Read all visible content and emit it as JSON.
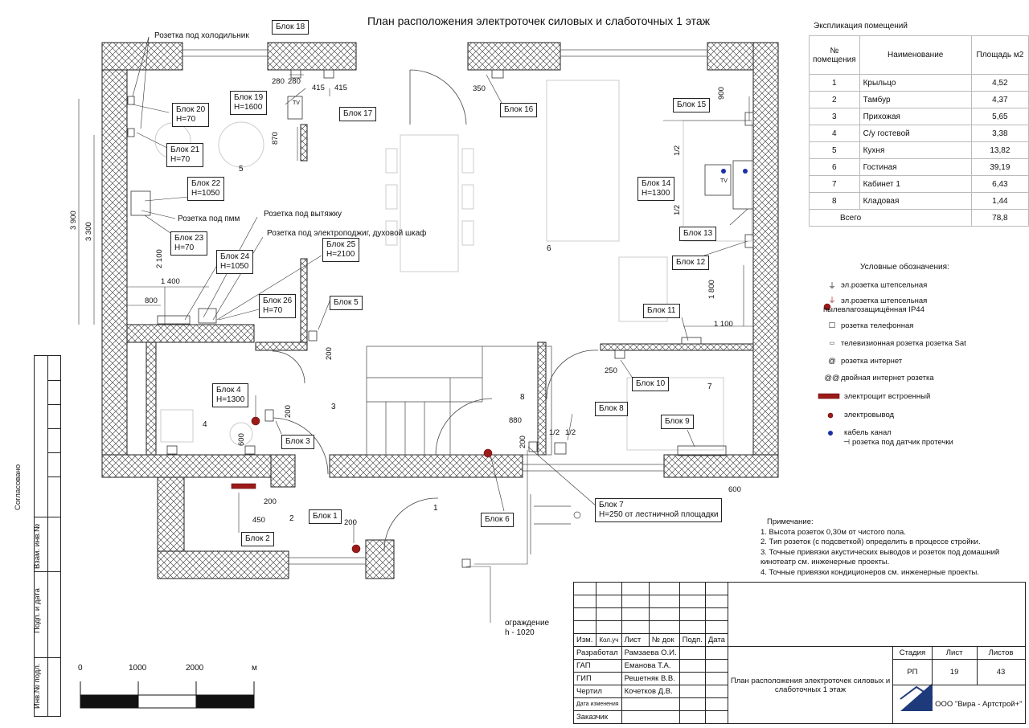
{
  "title": "План расположения электроточек силовых и слаботочных 1 этаж",
  "rooms": [
    {
      "num": "1"
    },
    {
      "num": "2"
    },
    {
      "num": "3"
    },
    {
      "num": "4"
    },
    {
      "num": "5"
    },
    {
      "num": "6"
    },
    {
      "num": "7"
    },
    {
      "num": "8"
    }
  ],
  "blocks": {
    "b1": "Блок 1",
    "b2": "Блок 2",
    "b3": "Блок 3",
    "b4": "Блок 4\nH=1300",
    "b5": "Блок 5",
    "b6": "Блок 6",
    "b7": "Блок 7\nH=250 от лестничной площадки",
    "b8": "Блок 8",
    "b9": "Блок 9",
    "b10": "Блок 10",
    "b11": "Блок 11",
    "b12": "Блок 12",
    "b13": "Блок 13",
    "b14": "Блок 14\nH=1300",
    "b15": "Блок 15",
    "b16": "Блок 16",
    "b17": "Блок 17",
    "b18": "Блок 18",
    "b19": "Блок 19\nH=1600",
    "b20": "Блок 20\nH=70",
    "b21": "Блок 21\nH=70",
    "b22": "Блок 22\nH=1050",
    "b23": "Блок 23\nH=70",
    "b24": "Блок 24\nH=1050",
    "b25": "Блок 25\nH=2100",
    "b26": "Блок 26\nH=70"
  },
  "annotations": {
    "fridge": "Розетка под холодильник",
    "dishwasher": "Розетка под пмм",
    "hood": "Розетка под вытяжку",
    "oven": "Розетка под электроподжиг, духовой шкаф",
    "fence": "ограждение",
    "fence_h": "h  - 1020"
  },
  "dimensions": {
    "d280a": "280",
    "d280b": "280",
    "d415a": "415",
    "d415b": "415",
    "d350": "350",
    "d900": "900",
    "d870": "870",
    "d3900": "3 900",
    "d3300": "3 300",
    "d2100": "2 100",
    "d1400": "1 400",
    "d800": "800",
    "d200a": "200",
    "d200b": "200",
    "d200c": "200",
    "d200d": "200",
    "d600a": "600",
    "d600b": "600",
    "d450": "450",
    "d250": "250",
    "d880": "880",
    "d1800": "1 800",
    "d1100": "1 100",
    "d12a": "1/2",
    "d12b": "1/2",
    "d12c": "1/2",
    "d12d": "1/2"
  },
  "explication": {
    "caption": "Экспликация помещений",
    "headers": [
      "№ помещения",
      "Наименование",
      "Площадь м2"
    ],
    "rows": [
      [
        "1",
        "Крыльцо",
        "4,52"
      ],
      [
        "2",
        "Тамбур",
        "4,37"
      ],
      [
        "3",
        "Прихожая",
        "5,65"
      ],
      [
        "4",
        "С/у гостевой",
        "3,38"
      ],
      [
        "5",
        "Кухня",
        "13,82"
      ],
      [
        "6",
        "Гостиная",
        "39,19"
      ],
      [
        "7",
        "Кабинет 1",
        "6,43"
      ],
      [
        "8",
        "Кладовая",
        "1,44"
      ]
    ],
    "total_label": "Всего",
    "total_value": "78,8"
  },
  "legend": {
    "caption": "Условные обозначения:",
    "items": [
      "эл.розетка штепсельная",
      "эл.розетка штепсельная\nпылевлагозащищённая IP44",
      "розетка   телефонная",
      "телевизионная розетка   розетка Sat",
      "розетка интернет",
      "двойная интернет розетка",
      "электрощит встроенный",
      "электровывод",
      "кабель канал",
      "розетка под датчик протечки"
    ],
    "tv_label": "TV"
  },
  "notes": {
    "caption": "Примечание:",
    "lines": [
      "1. Высота розеток 0,30м от чистого пола.",
      "2. Тип розеток (с подсветкой) определить в процессе стройки.",
      "3. Точные привязки акустических выводов и розеток под домашний",
      "кинотеатр см. инженерные проекты.",
      "4. Точные привязки кондиционеров см. инженерные проекты."
    ]
  },
  "scale": {
    "s0": "0",
    "s1000": "1000",
    "s2000": "2000",
    "unit": "м"
  },
  "sidebar": {
    "agreed": "Согласовано",
    "replace": "Взам. инв.№",
    "sign": "Подп. и дата",
    "inv": "Инв.№ подл."
  },
  "stamp": {
    "col_headers": [
      "Изм.",
      "Кол.уч",
      "Лист",
      "№ док",
      "Подп.",
      "Дата"
    ],
    "roles": [
      [
        "Разработал",
        "Рамзаева О.И."
      ],
      [
        "ГАП",
        "Еманова Т.А."
      ],
      [
        "ГИП",
        "Решетняк В.В."
      ],
      [
        "Чертил",
        "Кочетков Д.В."
      ],
      [
        "Дата изменения",
        ""
      ],
      [
        "Заказчик",
        ""
      ]
    ],
    "stage_label": "Стадия",
    "sheet_label": "Лист",
    "sheets_label": "Листов",
    "stage": "РП",
    "sheet": "19",
    "sheets": "43",
    "drawing_title": "План расположения электроточек силовых и\nслаботочных 1 этаж",
    "company": "ООО \"Вира - Артстрой+\""
  }
}
